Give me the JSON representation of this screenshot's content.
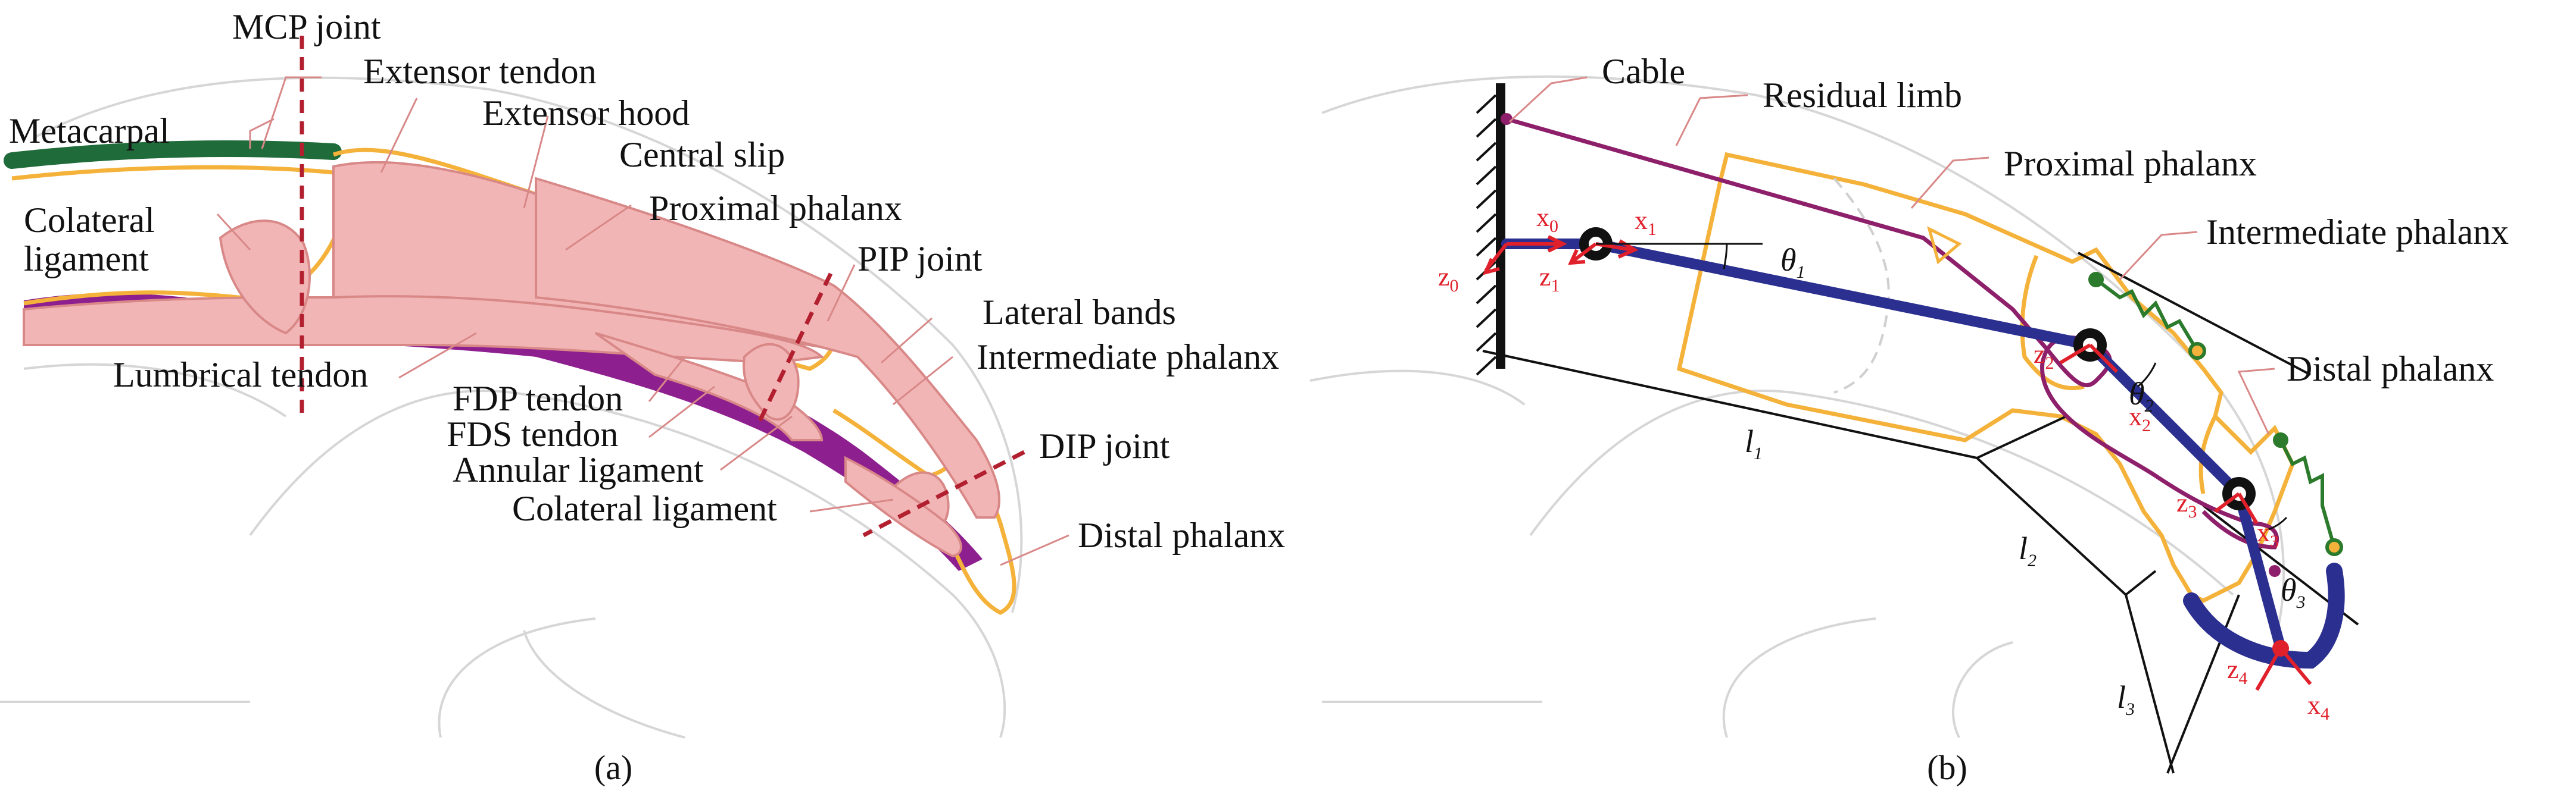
{
  "panel_a": {
    "caption": "(a)",
    "labels": {
      "mcp_joint": "MCP joint",
      "extensor_tendon": "Extensor tendon",
      "metacarpal": "Metacarpal",
      "extensor_hood": "Extensor hood",
      "central_slip": "Central slip",
      "colateral_ligament_1": "Colateral",
      "colateral_ligament_2": "ligament",
      "proximal_phalanx": "Proximal phalanx",
      "pip_joint": "PIP joint",
      "lateral_bands": "Lateral bands",
      "intermediate_phalanx": "Intermediate phalanx",
      "lumbrical_tendon": "Lumbrical tendon",
      "fdp_tendon": "FDP tendon",
      "fds_tendon": "FDS tendon",
      "annular_ligament": "Annular ligament",
      "dip_joint": "DIP joint",
      "colateral_ligament_b": "Colateral ligament",
      "distal_phalanx": "Distal phalanx"
    }
  },
  "panel_b": {
    "caption": "(b)",
    "labels": {
      "cable": "Cable",
      "residual_limb": "Residual limb",
      "proximal_phalanx": "Proximal phalanx",
      "intermediate_phalanx": "Intermediate phalanx",
      "distal_phalanx": "Distal phalanx"
    },
    "symbols": {
      "theta": "θ",
      "l": "l",
      "x": "x",
      "z": "z",
      "sub1": "1",
      "sub2": "2",
      "sub3": "3",
      "sub0": "0",
      "sub4": "4"
    }
  },
  "colors": {
    "tendon": "#f2b5b5",
    "tendon_edge": "#d98888",
    "bone_edge": "#f5b23a",
    "metacarpal": "#1f6b3a",
    "purple": "#8e1f8f",
    "link": "#2b2f8f",
    "cable": "#8e1f6a",
    "axis": "#e0202a",
    "guide": "#b22030",
    "outline": "#d6d6d6",
    "spring": "#2c7a2c"
  }
}
